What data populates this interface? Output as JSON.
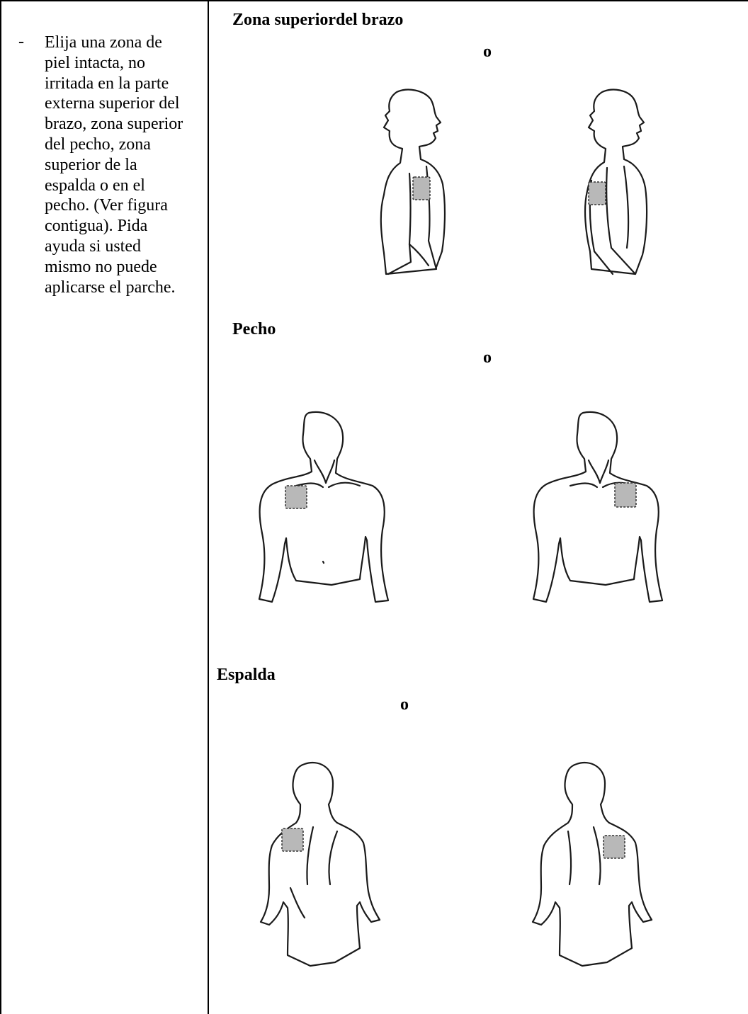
{
  "instructions": {
    "bullet": "-",
    "text": "Elija una zona de piel intacta, no irritada en la parte externa superior del brazo, zona superior del pecho, zona superior de la espalda o en el pecho. (Ver figura contigua). Pida ayuda si usted mismo no puede aplicarse el parche."
  },
  "sections": {
    "arm": {
      "title": "Zona superiordel brazo",
      "or": "o"
    },
    "chest": {
      "title": "Pecho",
      "or": "o"
    },
    "back": {
      "title": "Espalda",
      "or": "o"
    }
  },
  "colors": {
    "patch": "#b8b8b8",
    "lines": "#1a1a1a"
  }
}
